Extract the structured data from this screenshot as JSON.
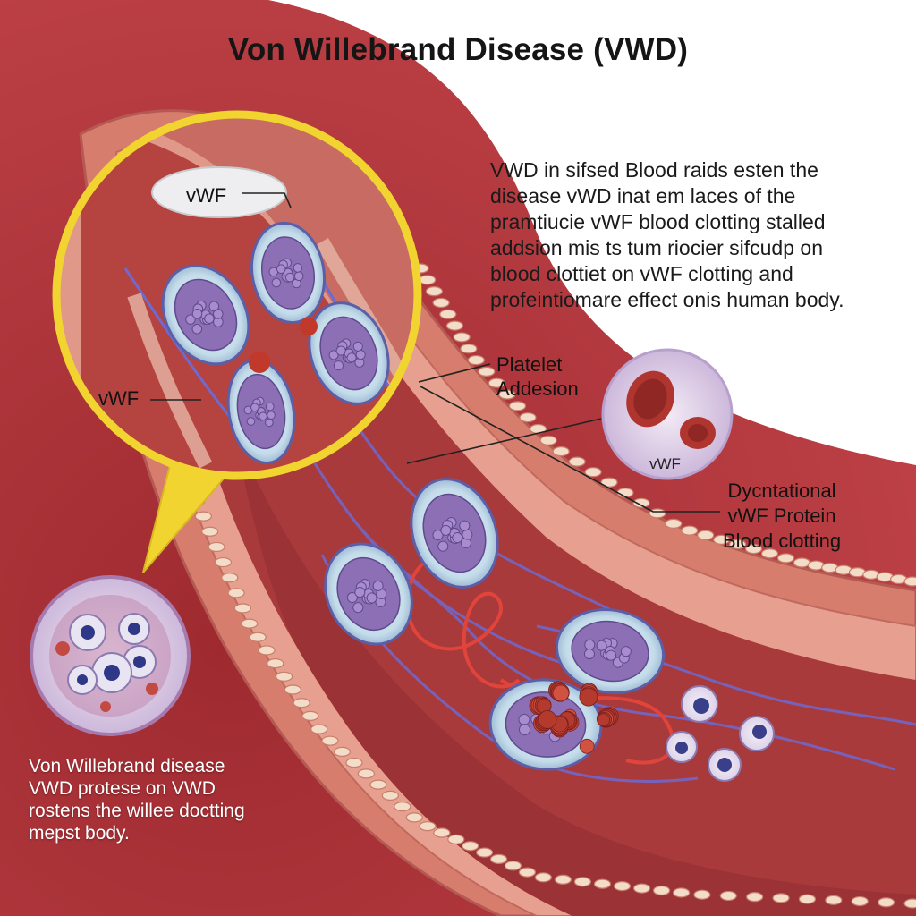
{
  "title": "Von Willebrand Disease (VWD)",
  "description": "VWD in sifsed Blood raids esten the\ndisease vWD inat em laces of the\npramtiucie vWF blood clotting stalled\naddsion mis ts tum riocier sifcudp on\nblood clottiet on vWF clotting and\nprofeintiomare effect onis human body.",
  "labels": {
    "vwf_top": "vWF",
    "vwf_left": "vWF",
    "vwf_circle": "vWF",
    "platelet_adhesion": "Platelet\nAddesion",
    "dysfunctional": "Dycntational\nvWF Protein\nBlood clotting",
    "caption": "Von Willebrand disease\nVWD protese on VWD\nrostens the willee doctting\nmepst body."
  },
  "colors": {
    "vessel_outer": "#b8343a",
    "vessel_wall": "#d97e6e",
    "lumen": "#a8363a",
    "platelet_rim": "#cfe3ee",
    "platelet_core": "#8c6fb4",
    "magnifier_ring": "#f2d430",
    "clot": "#b33a2c",
    "fiber": "#6f6ad0"
  }
}
